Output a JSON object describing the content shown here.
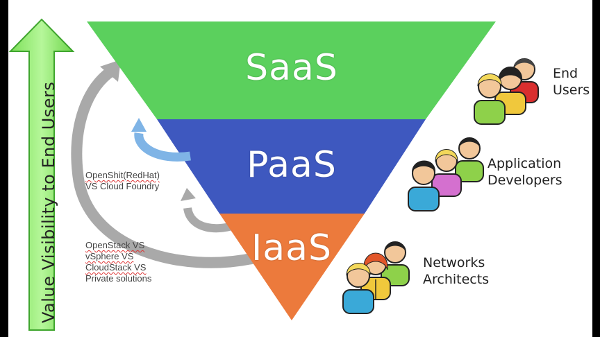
{
  "vertical_axis_label": "Value Visibility to End Users",
  "layers": {
    "saas": "SaaS",
    "paas": "PaaS",
    "iaas": "IaaS"
  },
  "notes": {
    "paas_note": [
      "OpenShit(RedHat)",
      "VS Cloud Foundry"
    ],
    "iaas_note": [
      "OpenStack VS",
      "vSphere VS",
      "CloudStack VS",
      "Private solutions"
    ]
  },
  "roles": {
    "end_users": [
      "End",
      "Users"
    ],
    "developers": [
      "Application",
      "Developers"
    ],
    "architects": [
      "Networks",
      "Architects"
    ]
  },
  "colors": {
    "saas_green": "#5bd05d",
    "paas_blue": "#3e58bf",
    "iaas_orange": "#ec7a3c",
    "arrow_green": "#8ef06a",
    "arrow_gray": "#a9a9a9",
    "arrow_blue": "#7fb4e6"
  }
}
